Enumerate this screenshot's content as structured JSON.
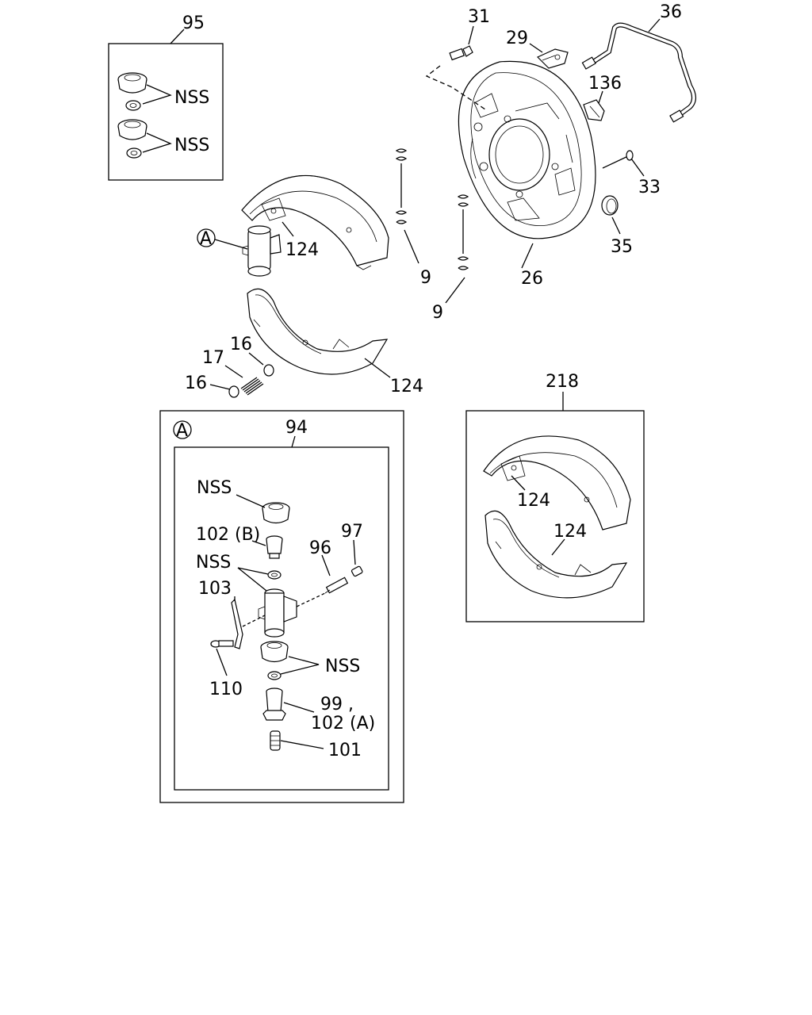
{
  "labels": {
    "p95": "95",
    "nss_a": "NSS",
    "nss_b": "NSS",
    "p31": "31",
    "p29": "29",
    "p36": "36",
    "p136": "136",
    "p33": "33",
    "p35": "35",
    "p26": "26",
    "p9_a": "9",
    "p9_b": "9",
    "p124_a": "124",
    "p124_b": "124",
    "callout_a": "A",
    "p17": "17",
    "p16_a": "16",
    "p16_b": "16",
    "p218": "218",
    "p124_c": "124",
    "p124_d": "124",
    "detail_a": "A",
    "p94": "94",
    "nss_c": "NSS",
    "p102b": "102 (B)",
    "p97": "97",
    "p96": "96",
    "nss_d": "NSS",
    "p103": "103",
    "nss_e": "NSS",
    "p110": "110",
    "p99": "99 ,",
    "p102a": "102 (A)",
    "p101": "101"
  }
}
